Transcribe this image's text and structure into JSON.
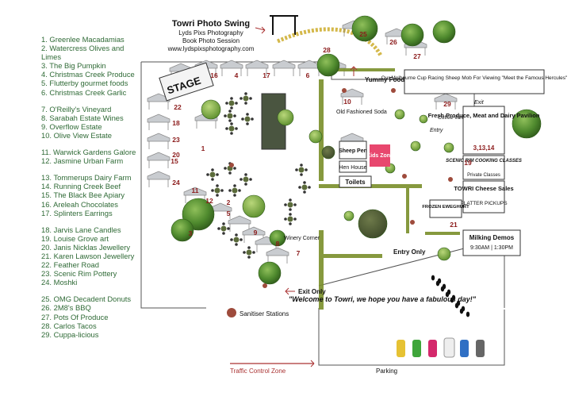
{
  "legend": {
    "groups": [
      [
        "1. Greenlee Macadamias",
        "2. Watercress Olives and Limes",
        "3. The Big Pumpkin",
        "4. Christmas Creek Produce",
        "5. Flutterby gourmet foods",
        "6. Christmas Creek Garlic"
      ],
      [
        "7. O'Reilly's Vineyard",
        "8. Sarabah Estate Wines",
        "9. Overflow Estate",
        "10. Olive View Estate"
      ],
      [
        "11. Warwick Gardens Galore",
        "12. Jasmine Urban Farm"
      ],
      [
        "13. Tommerups Dairy Farm",
        "14. Running Creek Beef",
        "15. The Black Bee Apiary",
        "16. Areleah Chocolates",
        "17. Splinters Earrings"
      ],
      [
        "18. Jarvis Lane Candles",
        "19. Louise Grove art",
        "20. Janis Nicklas Jewellery",
        "21. Karen Lawson Jewellery",
        "22. Feather Road",
        "23. Scenic Rim Pottery",
        "24. Moshki"
      ],
      [
        "25. OMG Decadent Donuts",
        "26. 2M8's BBQ",
        "27. Pots Of Produce",
        "28. Carlos Tacos",
        "29. Cuppa-licious"
      ]
    ]
  },
  "photo_swing": {
    "title": "Towri Photo Swing",
    "line1": "Lyds Pixs Photography",
    "line2": "Book Photo Session",
    "line3": "www.lydspixsphotography.com"
  },
  "labels": {
    "stage": "STAGE",
    "yummy": "Yummy Food Options",
    "old_soda": "Old Fashioned Soda",
    "sheep_pen": "Sheep Pen",
    "hen_house": "Hen House",
    "kids_zone": "Kids Zone",
    "toilets": "Toilets",
    "winery": "Winery Corner",
    "exit_only": "Exit Only",
    "entry_only": "Entry Only",
    "welcome": "\"Welcome to Towri, we hope you have a fabulous day!\"",
    "sanitiser": "Sanitiser Stations",
    "traffic": "Traffic Control Zone",
    "parking": "Parking",
    "melbourne_cup": "Our Melbourne Cup Racing Sheep Mob For Viewing \"Meet the Famous Hercules\"",
    "exit": "Exit",
    "entry": "Entry",
    "coffee_van": "Coffee Van",
    "fresh_produce": "Fresh Produce, Meat and Dairy Pavilion",
    "fresh_nums": "3,13,14",
    "cooking": "SCENIC RIM COOKING CLASSES",
    "private": "Private Classes",
    "towri_cheese": "TOWRI Cheese Sales",
    "platter": "PLATTER PICKUPS",
    "frozen": "FROZEN EWEGHURT",
    "milking": "Milking Demos",
    "milking_times": "9:30AM | 1:30PM"
  },
  "stall_numbers": [
    "1",
    "2",
    "3",
    "4",
    "5",
    "6",
    "7",
    "8",
    "9",
    "10",
    "11",
    "12",
    "13",
    "14",
    "15",
    "16",
    "17",
    "18",
    "19",
    "20",
    "21",
    "22",
    "23",
    "24",
    "25",
    "26",
    "27",
    "28",
    "29"
  ],
  "colors": {
    "stall_number": "#8b1a1a",
    "legend_text": "#2f6a36",
    "kids_zone": "#e8476e",
    "hedge": "#7a8f2a",
    "sanitiser": "#9e4b3c"
  }
}
